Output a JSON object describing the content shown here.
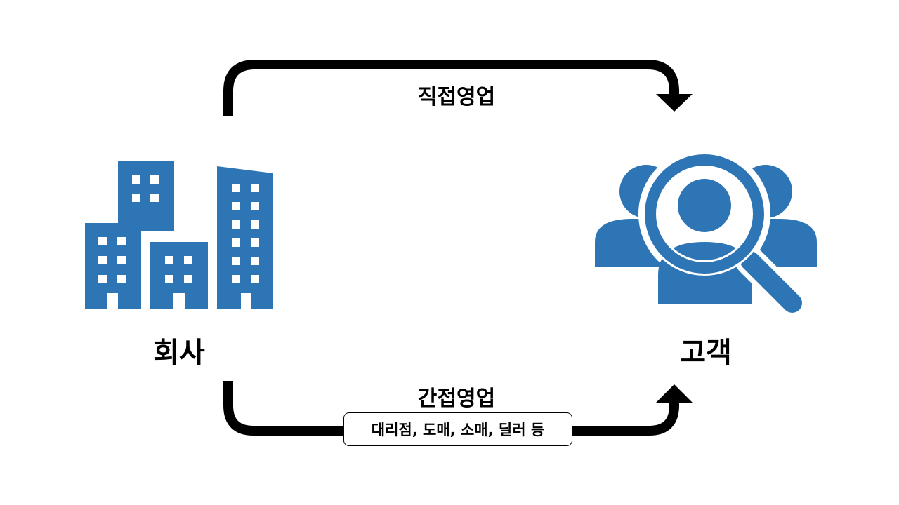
{
  "nodes": {
    "company": {
      "label": "회사",
      "icon": "office-buildings-icon"
    },
    "customer": {
      "label": "고객",
      "icon": "customer-search-icon"
    }
  },
  "flows": {
    "direct": {
      "label": "직접영업"
    },
    "indirect": {
      "label": "간접영업",
      "channels": "대리점, 도매, 소매, 딜러 등"
    }
  },
  "colors": {
    "icon": "#2e75b6",
    "arrow": "#000000",
    "background": "#ffffff"
  }
}
